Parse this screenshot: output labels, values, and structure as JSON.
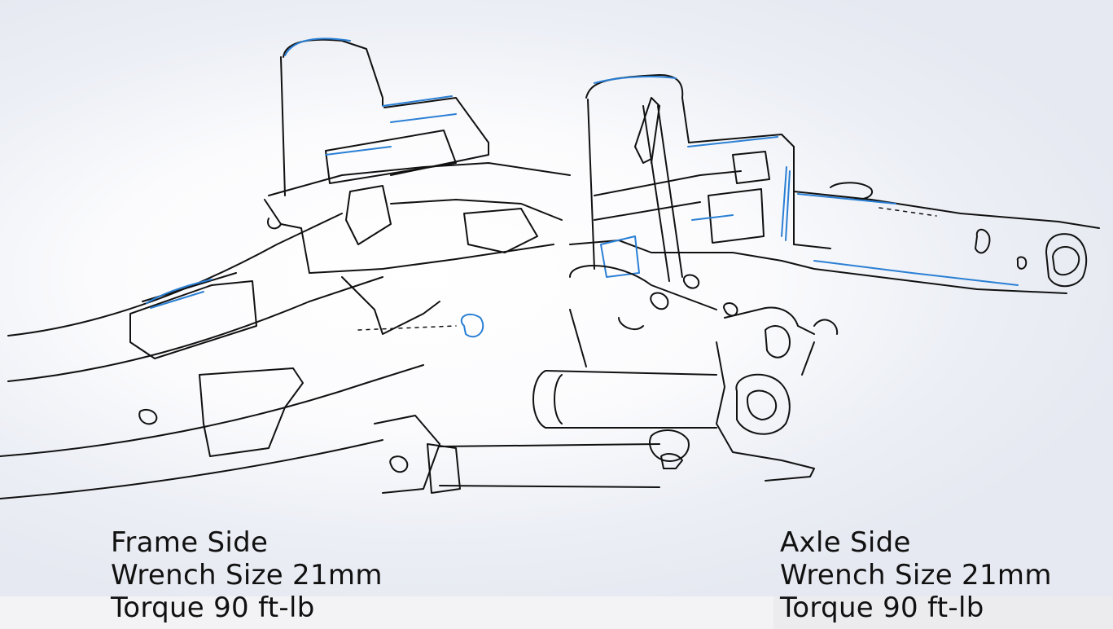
{
  "frame_side": {
    "title": "Frame Side",
    "wrench": "Wrench Size 21mm",
    "torque": "Torque 90 ft-lb"
  },
  "axle_side": {
    "title": "Axle Side",
    "wrench": "Wrench Size 21mm",
    "torque": "Torque 90 ft-lb"
  },
  "colors": {
    "line_dark": "#111111",
    "line_blue": "#2a7fd4",
    "text": "#111111"
  }
}
